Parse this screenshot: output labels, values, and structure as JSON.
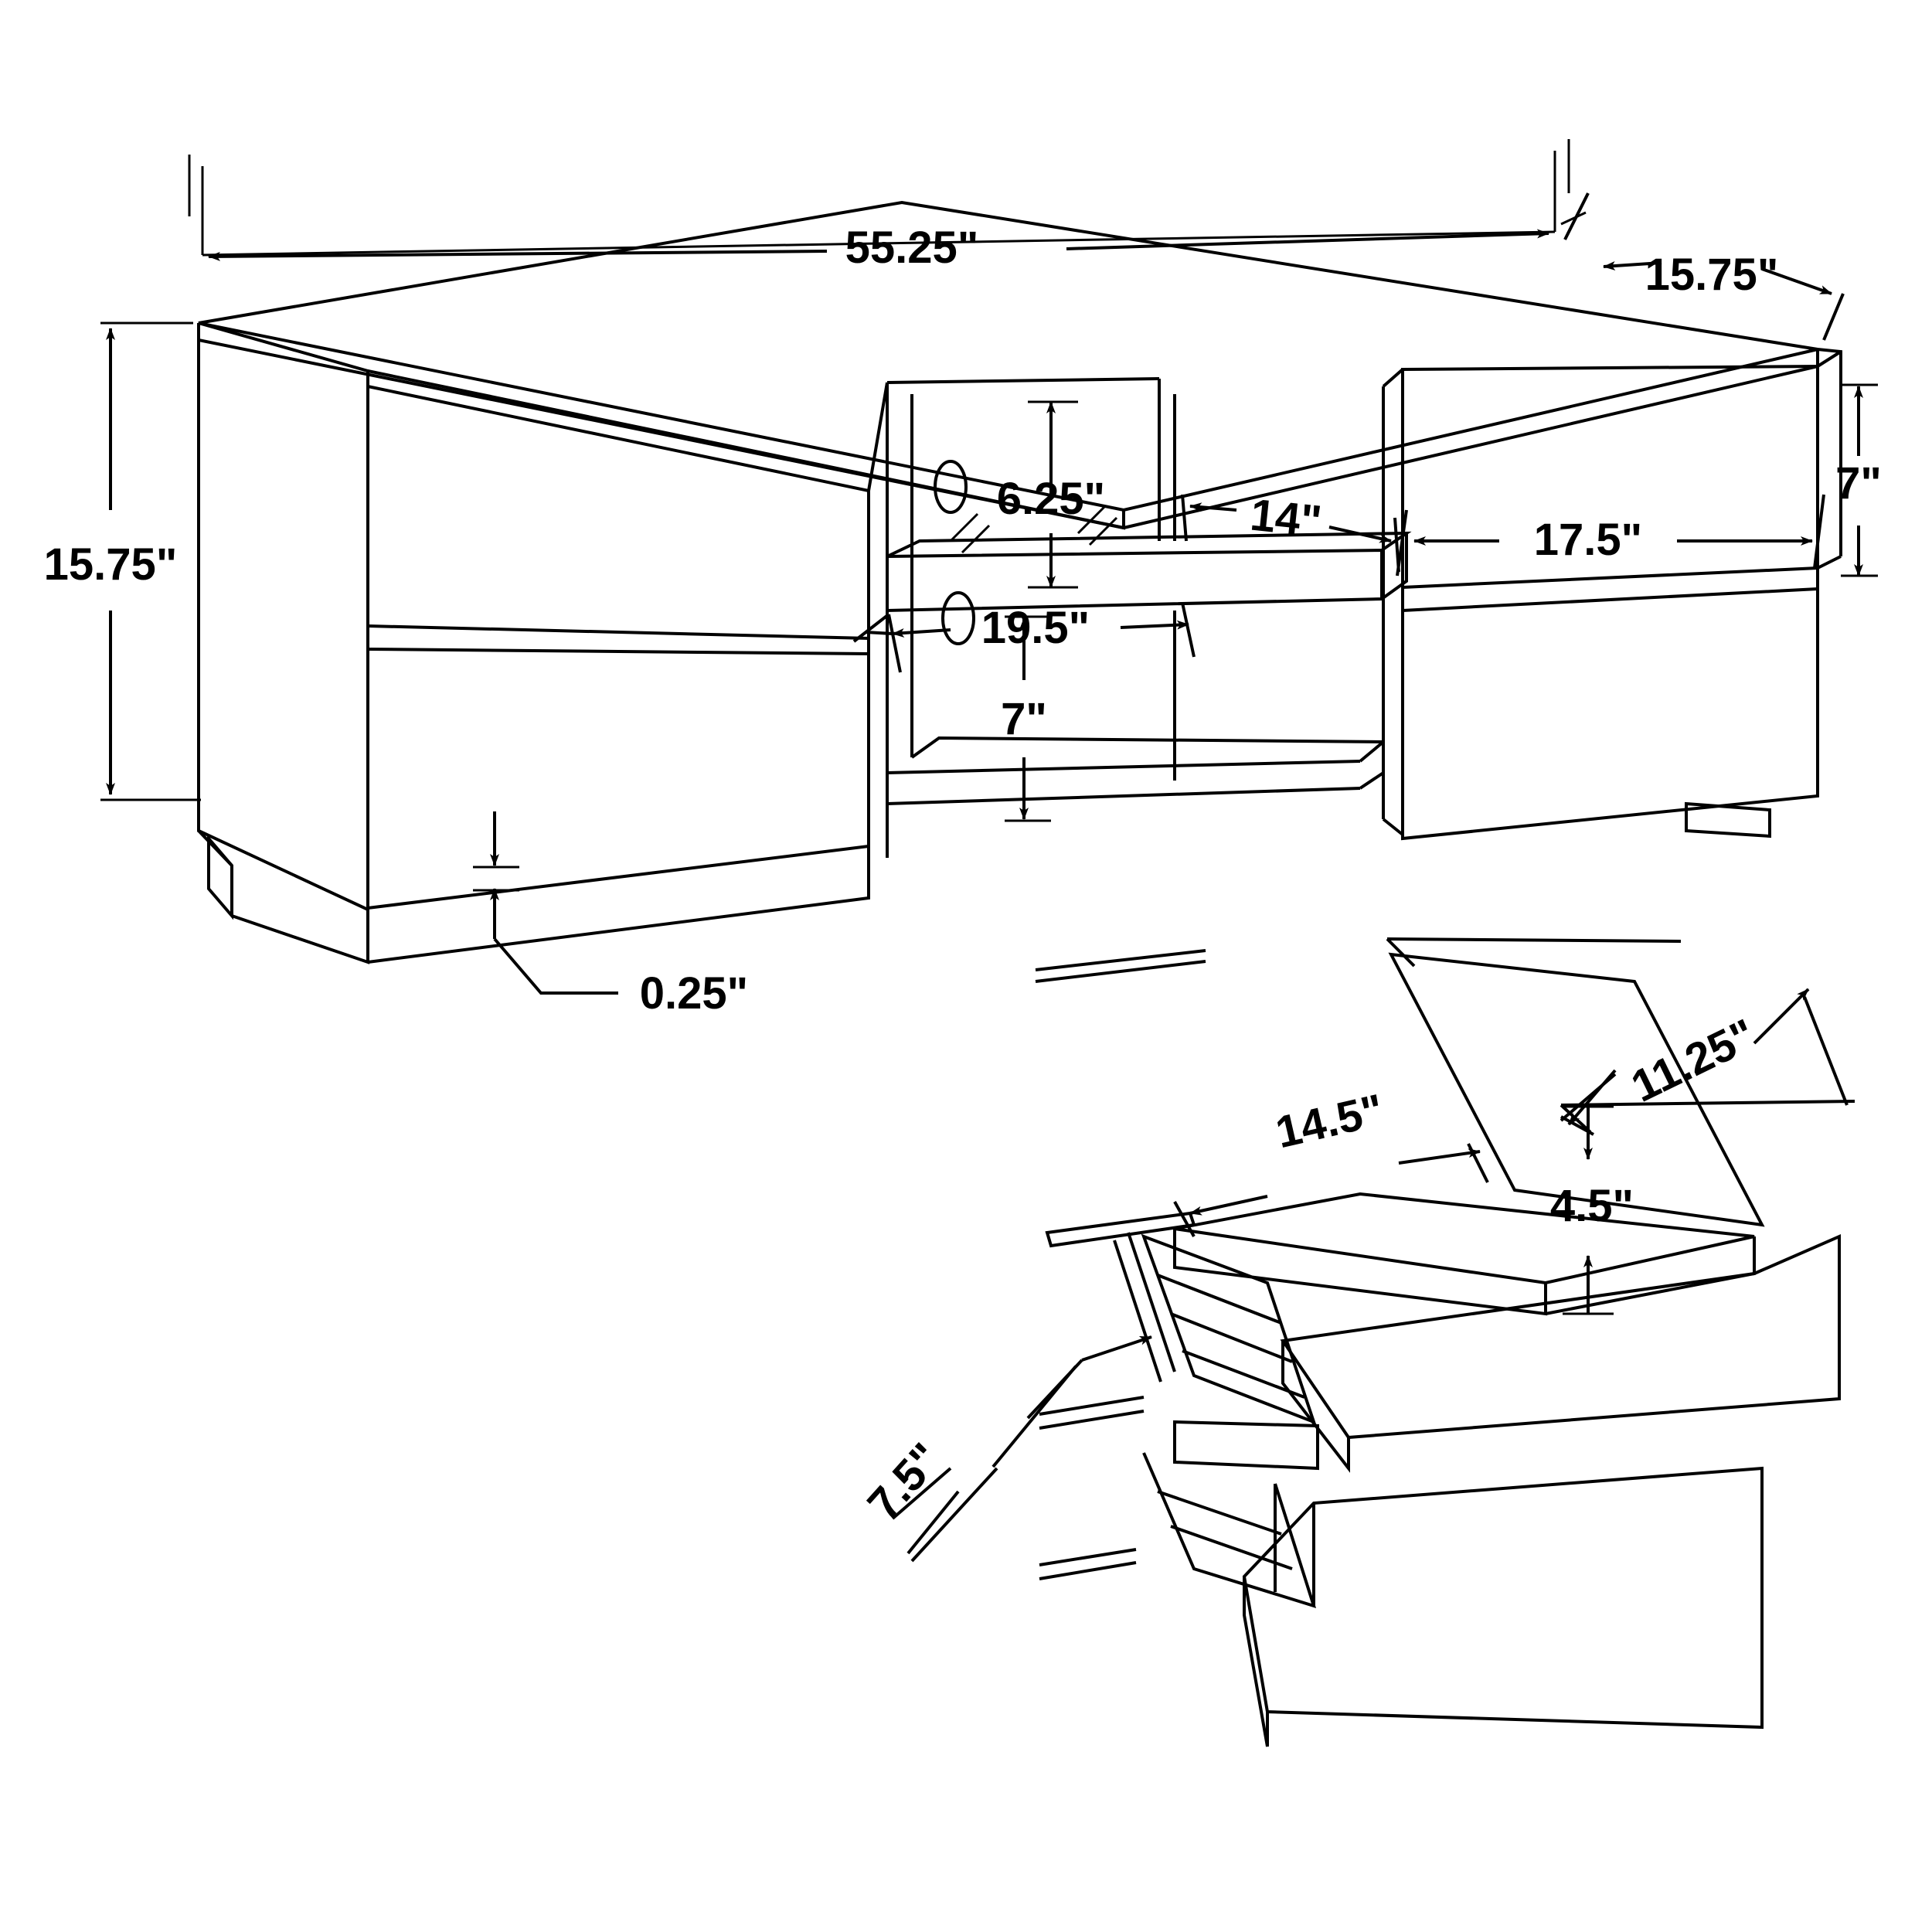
{
  "drawing": {
    "type": "technical-dimension-drawing",
    "subject": "TV console / media stand with two drawers and open center shelves",
    "units": "inches",
    "line_color": "#000000",
    "background_color": "#ffffff"
  },
  "dimensions": {
    "overall_width": "55.25\"",
    "overall_depth": "15.75\"",
    "overall_height": "15.75\"",
    "upper_center_opening_height": "6.25\"",
    "right_side_panel_height": "7\"",
    "lower_center_opening_height": "7\"",
    "center_opening_width": "14\"",
    "right_section_width": "17.5\"",
    "left_section_width": "19.5\"",
    "base_plinth_height": "0.25\"",
    "drawer_depth": "11.25\"",
    "drawer_width": "14.5\"",
    "drawer_height": "4.5\"",
    "drawer_runner_length": "7.5\""
  },
  "labels": [
    {
      "id": "overall-width",
      "text": "55.25\""
    },
    {
      "id": "overall-depth",
      "text": "15.75\""
    },
    {
      "id": "overall-height",
      "text": "15.75\""
    },
    {
      "id": "upper-opening-height",
      "text": "6.25\""
    },
    {
      "id": "right-panel-height",
      "text": "7\""
    },
    {
      "id": "center-opening-width",
      "text": "14\""
    },
    {
      "id": "right-section-width",
      "text": "17.5\""
    },
    {
      "id": "left-section-width",
      "text": "19.5\""
    },
    {
      "id": "lower-opening-height",
      "text": "7\""
    },
    {
      "id": "plinth-height",
      "text": "0.25\""
    },
    {
      "id": "drawer-depth",
      "text": "11.25\""
    },
    {
      "id": "drawer-width",
      "text": "14.5\""
    },
    {
      "id": "drawer-height",
      "text": "4.5\""
    },
    {
      "id": "runner-length",
      "text": "7.5\""
    }
  ],
  "views": {
    "main": "front three-quarter perspective of complete console",
    "detail": "exploded perspective detail of drawer box and runner hardware"
  }
}
